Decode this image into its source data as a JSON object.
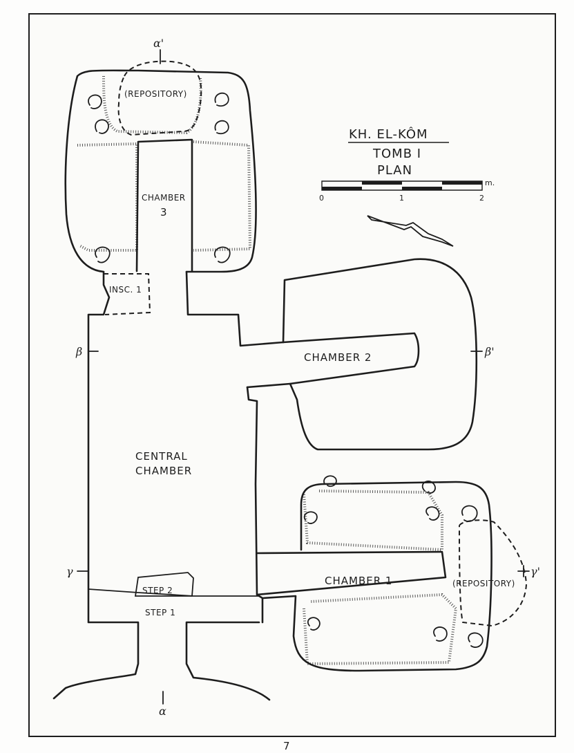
{
  "plan": {
    "title": "KH. EL-KÔM",
    "subtitle_line1": "TOMB I",
    "subtitle_line2": "PLAN",
    "scale": {
      "ticks": [
        "0",
        "1",
        "2"
      ],
      "unit": "m."
    },
    "rooms": {
      "central_chamber_line1": "CENTRAL",
      "central_chamber_line2": "CHAMBER",
      "chamber_1": "CHAMBER 1",
      "chamber_2": "CHAMBER 2",
      "chamber_3_line1": "CHAMBER",
      "chamber_3_line2": "3",
      "repository_top": "(REPOSITORY)",
      "repository_right": "(REPOSITORY)",
      "inscription": "INSC. 1",
      "step_1": "STEP 1",
      "step_2": "STEP 2"
    },
    "section_markers": {
      "alpha": "α",
      "alpha_prime": "α'",
      "beta": "β",
      "beta_prime": "β'",
      "gamma": "γ",
      "gamma_prime": "γ'"
    },
    "page_number": "7"
  }
}
